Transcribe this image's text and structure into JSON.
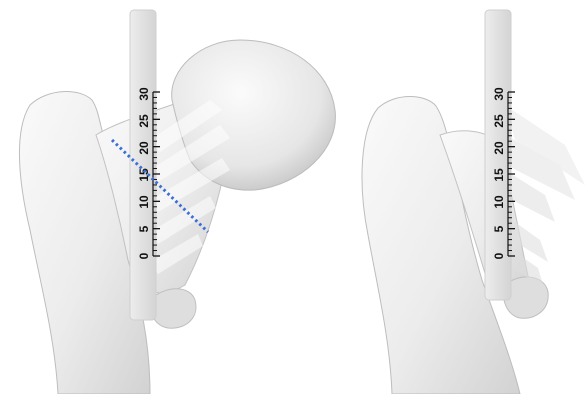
{
  "panels": [
    {
      "id": "left",
      "ruler": {
        "labels": [
          "0",
          "5",
          "10",
          "15",
          "20",
          "25",
          "30"
        ]
      },
      "resection_line": {
        "visible": true,
        "color": "#3b6fd6"
      }
    },
    {
      "id": "right",
      "ruler": {
        "labels": [
          "0",
          "5",
          "10",
          "15",
          "20",
          "25",
          "30"
        ]
      },
      "resection_line": {
        "visible": false
      }
    }
  ],
  "colors": {
    "bone_fill": "#eeeeee",
    "bone_shadow": "#c9c9c9",
    "ruler_fill": "#e3e3e3",
    "tick": "#111111",
    "accent_line": "#3b6fd6"
  }
}
